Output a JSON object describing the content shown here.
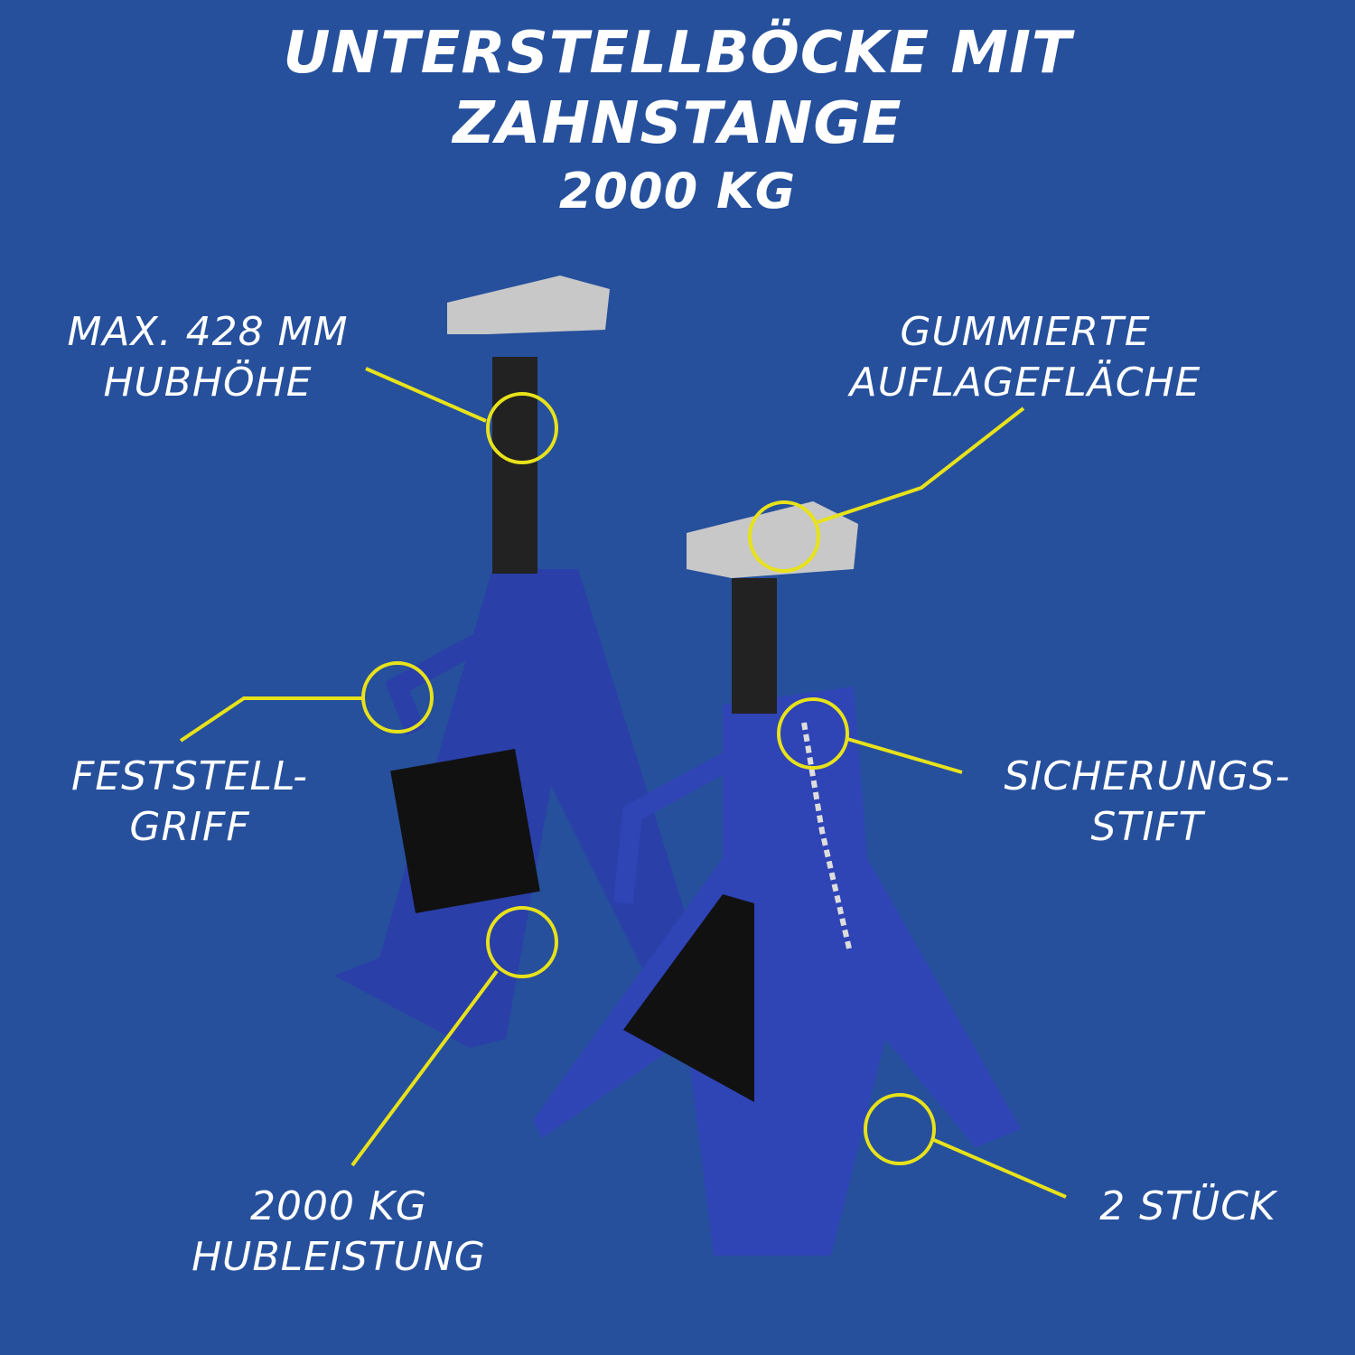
{
  "title": {
    "line1": "UNTERSTELLBÖCKE MIT",
    "line2": "ZAHNSTANGE",
    "line3": "2000 KG"
  },
  "labels": {
    "height": [
      "MAX. 428 MM",
      "HUBHÖHE"
    ],
    "rubber": [
      "GUMMIERTE",
      "AUFLAGEFLÄCHE"
    ],
    "handle": [
      "FESTSTELL-",
      "GRIFF"
    ],
    "pin": [
      "SICHERUNGS-",
      "STIFT"
    ],
    "capacity": [
      "2000 KG",
      "HUBLEISTUNG"
    ],
    "count": [
      "2 STÜCK"
    ]
  },
  "colors": {
    "background": "#26509c",
    "callout": "#e8e21a",
    "stand": "#2a3fa8",
    "pad": "#c8c8c8"
  }
}
